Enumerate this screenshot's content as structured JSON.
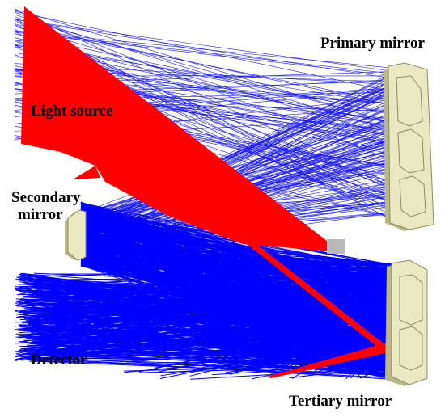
{
  "labels": {
    "primary_mirror": "Primary mirror",
    "light_source": "Light source",
    "secondary_mirror_line1": "Secondary",
    "secondary_mirror_line2": "mirror",
    "detector": "Detector",
    "tertiary_mirror": "Tertiary mirror"
  },
  "colors": {
    "ray": "#1a1aff",
    "ray_dense": "#0000ff",
    "beam": "#ff0000",
    "mirror_fill": "#e9e8c0",
    "mirror_stroke": "#8f8c60",
    "mirror_shadow": "#b9b68a",
    "background": "#ffffff"
  }
}
